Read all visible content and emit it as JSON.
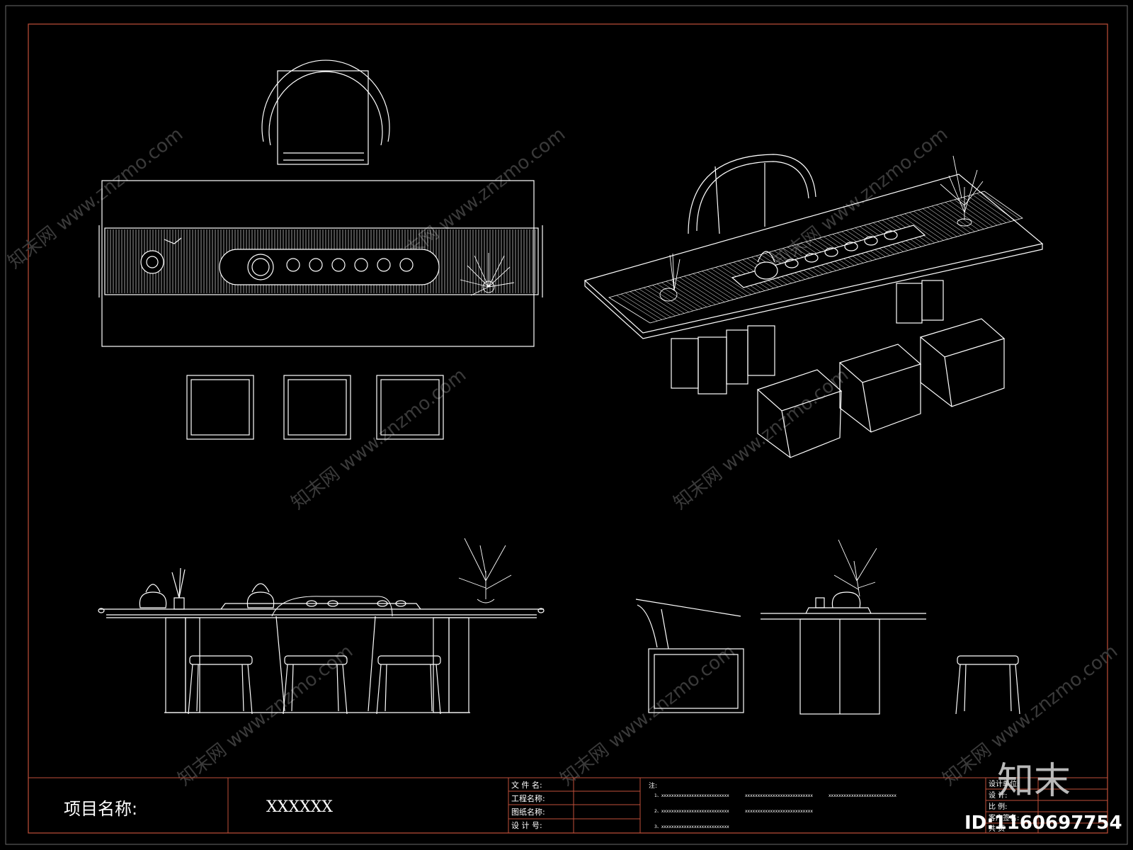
{
  "title_block": {
    "project_label": "项目名称:",
    "project_value": "XXXXXX",
    "fields": [
      "文 件 名:",
      "工程名称:",
      "图纸名称:",
      "设 计 号:"
    ],
    "notes_label": "注:",
    "notes": [
      "1、xxxxxxxxxxxxxxxxxxxxxxxxxxx",
      "xxxxxxxxxxxxxxxxxxxxxxxxxxx",
      "xxxxxxxxxxxxxxxxxxxxxxxxxxx",
      "2、xxxxxxxxxxxxxxxxxxxxxxxxxxx",
      "xxxxxxxxxxxxxxxxxxxxxxxxxxx",
      "3、xxxxxxxxxxxxxxxxxxxxxxxxxxx"
    ],
    "right_fields": [
      "设计单位:",
      "设 计:",
      "比 例:",
      "客户签名:",
      "共 页"
    ]
  },
  "watermark": {
    "text": "知末网 www.znzmo.com",
    "logo": "知末",
    "id": "ID:1160697754"
  },
  "colors": {
    "background": "#000000",
    "border": "#c0503a",
    "lines": "#ffffff",
    "watermark": "#3a3a3a"
  }
}
